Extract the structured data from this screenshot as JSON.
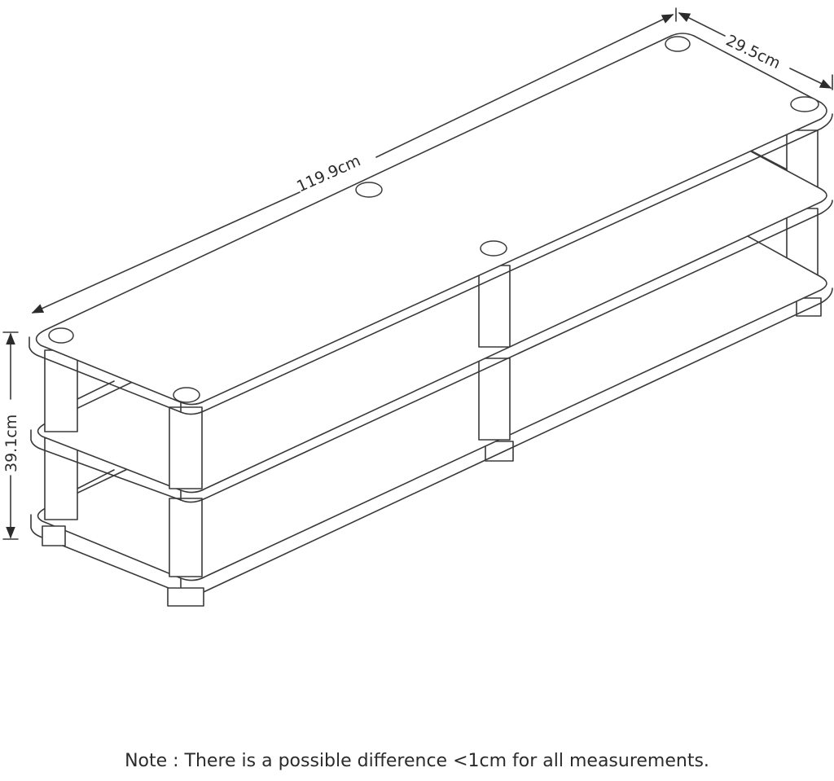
{
  "dimensions": {
    "length": "119.9cm",
    "depth": "29.5cm",
    "height": "39.1cm"
  },
  "note": "Note : There is a possible difference <1cm for all measurements."
}
